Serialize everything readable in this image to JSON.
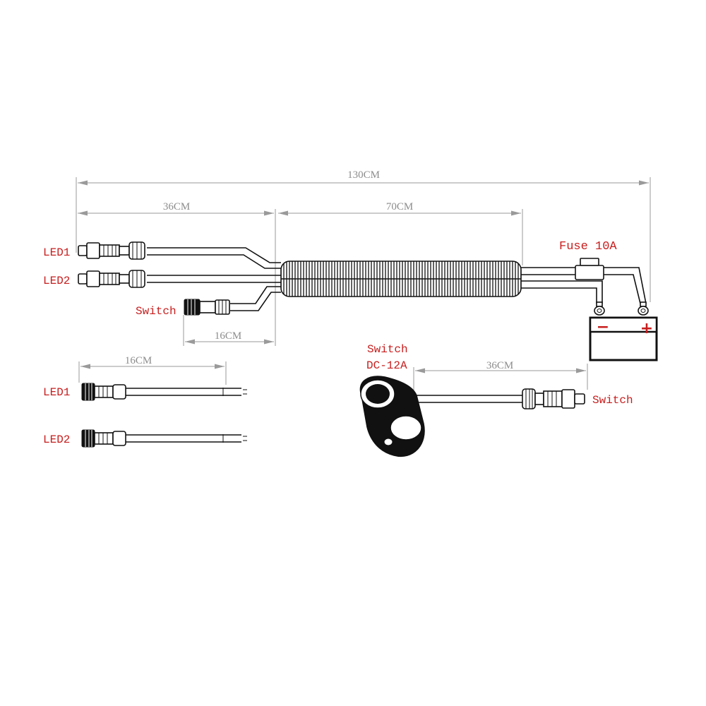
{
  "dimensions": {
    "total": "130CM",
    "branch": "36CM",
    "sleeve": "70CM",
    "switch_branch": "16CM",
    "ext_cable": "16CM",
    "switch_cable": "36CM"
  },
  "labels": {
    "led1": "LED1",
    "led2": "LED2",
    "switch": "Switch",
    "fuse": "Fuse 10A",
    "ext_led1": "LED1",
    "ext_led2": "LED2",
    "switch_name_line1": "Switch",
    "switch_name_line2": "DC-12A",
    "switch_plug": "Switch",
    "battery_minus": "−",
    "battery_plus": "+"
  },
  "colors": {
    "label_red": "#c81e1e",
    "dimension_gray": "#8c8c8c",
    "line_black": "#111111"
  }
}
